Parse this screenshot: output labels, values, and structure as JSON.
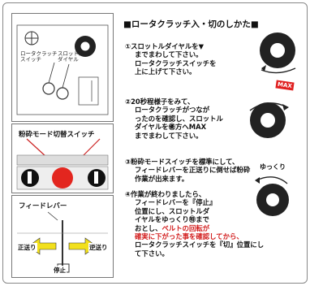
{
  "left_panel": {
    "label_rotor_clutch_switch": [
      "ロータクラッチ",
      "スイッチ"
    ],
    "label_throttle_dial": [
      "スロットル",
      "ダイヤル"
    ],
    "callout_grinding_mode": "粉砕モード切替スイッチ",
    "callout_feed_lever": "フィードレバー",
    "forward_label": "正送り",
    "reverse_label": "逆送り",
    "stop_label": "停止"
  },
  "instructions": {
    "title": "■ロータクラッチ入・切のしかた■",
    "steps": [
      {
        "lines": [
          "①スロットルダイヤルを▼",
          "までまわして下さい。",
          "ロータクラッチスイッチを",
          "上に上げて下さい。"
        ]
      },
      {
        "lines": [
          "②20秒程様子をみて、",
          "ロータクラッチがつなが",
          "ったのを確認し、スロットル",
          "ダイヤルを㊝方へMAX",
          "までまわして下さい。"
        ]
      },
      {
        "lines": [
          "③粉砕モードスイッチを標準にして、",
          "フィードレバーを正送りに倒せば粉砕",
          "作業が出来ます。"
        ]
      },
      {
        "lines_before": [
          "④作業が終わりましたら、",
          "フィードレバーを『停止』",
          "位置にし、スロットルダ",
          "イヤルをゆっくり㊕まで",
          "おとし、"
        ],
        "warning_lines": [
          "ベルトの回転が",
          "確実に下がった事を確認してから、"
        ],
        "lines_after": [
          "ロータクラッチスイッチを『切』位置にし",
          "て下さい。"
        ]
      }
    ],
    "max_badge": "MAX",
    "slow_label": "ゆっくり"
  },
  "colors": {
    "warning_red": "#d21c1c",
    "switch_red": "#e3261f",
    "arrow_yellow": "#f2e01c"
  }
}
